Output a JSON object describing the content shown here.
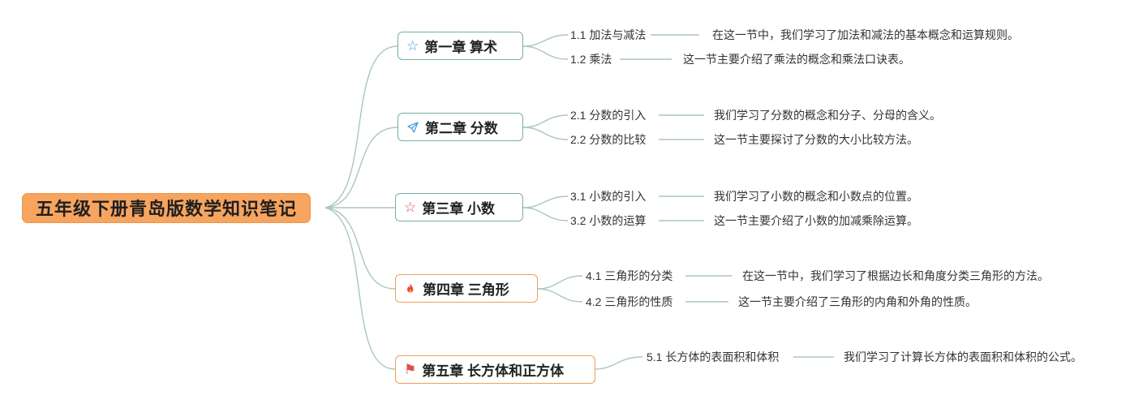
{
  "root": {
    "label": "五年级下册青岛版数学知识笔记"
  },
  "colors": {
    "root_bg": "#f6a45f",
    "teal_border": "#74b29e",
    "orange_border": "#f09f5b",
    "edge_line": "#abc7b9",
    "blue_icon": "#3d9bd9",
    "red_icon": "#e14b4b",
    "flame_red": "#f0472e",
    "flame_orange": "#f9a13c"
  },
  "chapters": [
    {
      "title": "第一章 算术",
      "icon": "star-outline-blue",
      "icon_glyph": "☆",
      "topics": [
        {
          "label": "1.1 加法与减法",
          "desc": "在这一节中，我们学习了加法和减法的基本概念和运算规则。"
        },
        {
          "label": "1.2 乘法",
          "desc": "这一节主要介绍了乘法的概念和乘法口诀表。"
        }
      ]
    },
    {
      "title": "第二章 分数",
      "icon": "paper-plane-blue",
      "topics": [
        {
          "label": "2.1 分数的引入",
          "desc": "我们学习了分数的概念和分子、分母的含义。"
        },
        {
          "label": "2.2 分数的比较",
          "desc": "这一节主要探讨了分数的大小比较方法。"
        }
      ]
    },
    {
      "title": "第三章 小数",
      "icon": "star-outline-red",
      "icon_glyph": "☆",
      "topics": [
        {
          "label": "3.1 小数的引入",
          "desc": "我们学习了小数的概念和小数点的位置。"
        },
        {
          "label": "3.2 小数的运算",
          "desc": "这一节主要介绍了小数的加减乘除运算。"
        }
      ]
    },
    {
      "title": "第四章 三角形",
      "icon": "flame",
      "topics": [
        {
          "label": "4.1 三角形的分类",
          "desc": "在这一节中，我们学习了根据边长和角度分类三角形的方法。"
        },
        {
          "label": "4.2 三角形的性质",
          "desc": "这一节主要介绍了三角形的内角和外角的性质。"
        }
      ]
    },
    {
      "title": "第五章 长方体和正方体",
      "icon": "flag-red",
      "icon_glyph": "⚑",
      "topics": [
        {
          "label": "5.1 长方体的表面积和体积",
          "desc": "我们学习了计算长方体的表面积和体积的公式。"
        }
      ]
    }
  ]
}
